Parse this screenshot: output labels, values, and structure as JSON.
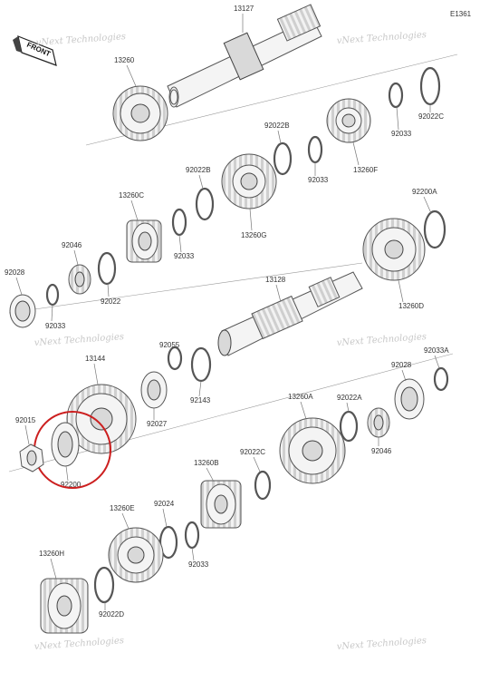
{
  "diagram_code": "E1361",
  "front_badge": "FRONT",
  "watermark": "vNext Technologies",
  "highlight_color": "#cc1f1f",
  "part_labels": {
    "p13127": "13127",
    "p13260_top": "13260",
    "p92022B_a": "92022B",
    "p92033_a": "92033",
    "p92022C": "92022C",
    "p92033_b": "92033",
    "p13260F": "13260F",
    "p92022B_b": "92022B",
    "p13260G": "13260G",
    "p13260C": "13260C",
    "p92033_c": "92033",
    "p92200A": "92200A",
    "p92046_a": "92046",
    "p92028_a": "92028",
    "p92022": "92022",
    "p92033_d": "92033",
    "p13128": "13128",
    "p13260D": "13260D",
    "p92055": "92055",
    "p13144": "13144",
    "p92033A": "92033A",
    "p92028_b": "92028",
    "p92015": "92015",
    "p92027": "92027",
    "p92143": "92143",
    "p13260A": "13260A",
    "p92022A": "92022A",
    "p92200": "92200",
    "p92046_b": "92046",
    "p92022C_b": "92022C",
    "p13260B": "13260B",
    "p13260E": "13260E",
    "p92024": "92024",
    "p92033_e": "92033",
    "p13260H": "13260H",
    "p92022D": "92022D"
  }
}
